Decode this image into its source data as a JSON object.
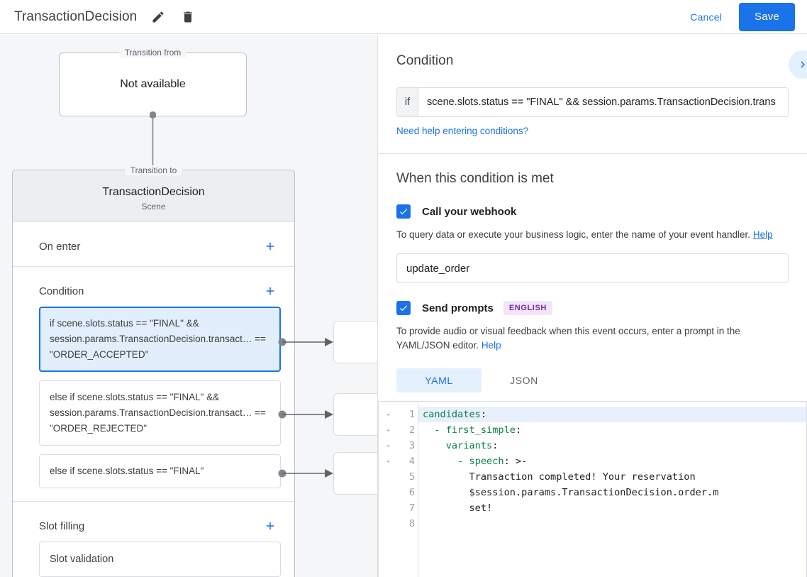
{
  "topbar": {
    "title": "TransactionDecision",
    "edit_icon": "pencil-icon",
    "delete_icon": "trash-icon",
    "cancel_label": "Cancel",
    "save_label": "Save"
  },
  "graph": {
    "transition_from": {
      "legend": "Transition from",
      "value": "Not available"
    },
    "transition_to": {
      "legend": "Transition to",
      "name": "TransactionDecision",
      "subtitle": "Scene"
    },
    "sections": [
      {
        "title": "On enter",
        "add_label": "+"
      },
      {
        "title": "Condition",
        "add_label": "+"
      },
      {
        "title": "Slot filling",
        "add_label": "+"
      }
    ],
    "conditions": [
      {
        "text": "if scene.slots.status == \"FINAL\" && session.params.TransactionDecision.transact… == \"ORDER_ACCEPTED\"",
        "selected": true
      },
      {
        "text": "else if scene.slots.status == \"FINAL\" && session.params.TransactionDecision.transact… == \"ORDER_REJECTED\"",
        "selected": false
      },
      {
        "text": "else if scene.slots.status == \"FINAL\"",
        "selected": false
      }
    ],
    "slot_filling": [
      {
        "text": "Slot validation"
      }
    ]
  },
  "right_panel": {
    "condition_heading": "Condition",
    "collapse_icon": "chevron-right-icon",
    "if_label": "if",
    "if_value": "scene.slots.status == \"FINAL\" && session.params.TransactionDecision.trans",
    "help_link": "Need help entering conditions?",
    "met_heading": "When this condition is met",
    "webhook": {
      "checkbox_label": "Call your webhook",
      "checked": true,
      "helper_text": "To query data or execute your business logic, enter the name of your event handler.",
      "helper_link": "Help",
      "value": "update_order",
      "placeholder": ""
    },
    "prompts": {
      "checkbox_label": "Send prompts",
      "checked": true,
      "badge": "ENGLISH",
      "helper_text": "To provide audio or visual feedback when this event occurs, enter a prompt in the YAML/JSON editor.",
      "helper_link": "Help",
      "tabs": [
        {
          "label": "YAML",
          "active": true
        },
        {
          "label": "JSON",
          "active": false
        }
      ]
    },
    "editor": {
      "line_numbers": [
        "1",
        "2",
        "3",
        "4",
        "5",
        "6",
        "7",
        "8"
      ],
      "fold_rows": [
        true,
        true,
        true,
        true,
        false,
        false,
        false,
        false
      ],
      "highlight_line": 1,
      "lines": [
        {
          "key": "candidates",
          "punct": ":",
          "indent": "",
          "plain": ""
        },
        {
          "key": "- first_simple",
          "punct": ":",
          "indent": "  ",
          "plain": ""
        },
        {
          "key": "variants",
          "punct": ":",
          "indent": "    ",
          "plain": ""
        },
        {
          "key": "- speech",
          "punct": ": >-",
          "indent": "      ",
          "plain": ""
        },
        {
          "key": "",
          "punct": "",
          "indent": "        ",
          "plain": "Transaction completed! Your reservation"
        },
        {
          "key": "",
          "punct": "",
          "indent": "        ",
          "plain": "$session.params.TransactionDecision.order.m"
        },
        {
          "key": "",
          "punct": "",
          "indent": "        ",
          "plain": "set!"
        },
        {
          "key": "",
          "punct": "",
          "indent": "",
          "plain": ""
        }
      ]
    }
  },
  "colors": {
    "accent": "#1a73e8",
    "selected_bg": "#e2eefc",
    "badge_bg": "#f3e5f9",
    "badge_fg": "#7627a8",
    "yaml_key": "#0b8043",
    "canvas": "#f5f6f8"
  }
}
